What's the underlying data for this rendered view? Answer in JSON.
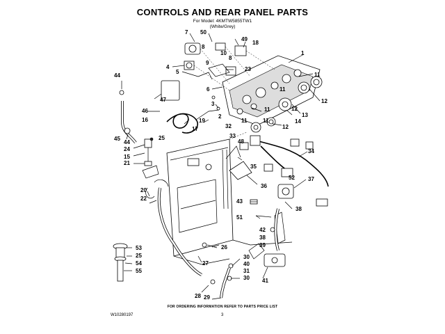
{
  "header": {
    "title": "CONTROLS AND REAR PANEL PARTS",
    "model_line": "For Model: 4KMTW5855TW1",
    "color_line": "(White/Grey)"
  },
  "footer": {
    "note": "FOR ORDERING INFORMATION REFER TO PARTS PRICE LIST",
    "doc_number": "W10280197",
    "page_number": "3"
  },
  "callouts": [
    "1",
    "2",
    "3",
    "4",
    "5",
    "6",
    "7",
    "8",
    "8",
    "9",
    "10",
    "11",
    "11",
    "11",
    "11",
    "11",
    "12",
    "12",
    "12",
    "13",
    "14",
    "15",
    "16",
    "17",
    "18",
    "19",
    "20",
    "21",
    "22",
    "23",
    "24",
    "25",
    "25",
    "26",
    "27",
    "28",
    "29",
    "30",
    "30",
    "31",
    "32",
    "33",
    "34",
    "35",
    "36",
    "37",
    "38",
    "38",
    "39",
    "40",
    "41",
    "42",
    "43",
    "44",
    "44",
    "45",
    "46",
    "47",
    "48",
    "49",
    "50",
    "51",
    "52",
    "53",
    "54",
    "55"
  ]
}
